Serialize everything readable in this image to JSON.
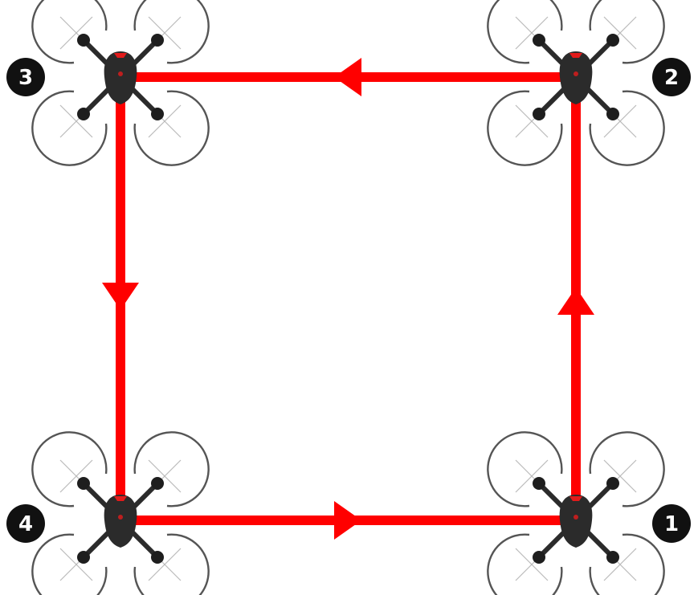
{
  "colors": {
    "path": "#ff0000",
    "drone_body": "#2b2b2b",
    "drone_accent": "#e31b1b",
    "guard": "#555555",
    "badge_bg": "#111111",
    "badge_text": "#ffffff"
  },
  "waypoints": [
    {
      "label": "1",
      "corner": "bottom-right",
      "icon": "quadcopter-drone-icon"
    },
    {
      "label": "2",
      "corner": "top-right",
      "icon": "quadcopter-drone-icon"
    },
    {
      "label": "3",
      "corner": "top-left",
      "icon": "quadcopter-drone-icon"
    },
    {
      "label": "4",
      "corner": "bottom-left",
      "icon": "quadcopter-drone-icon"
    }
  ],
  "route": {
    "order": [
      "1",
      "2",
      "3",
      "4",
      "1"
    ],
    "arrow_icon": "triangle-arrow-icon"
  }
}
